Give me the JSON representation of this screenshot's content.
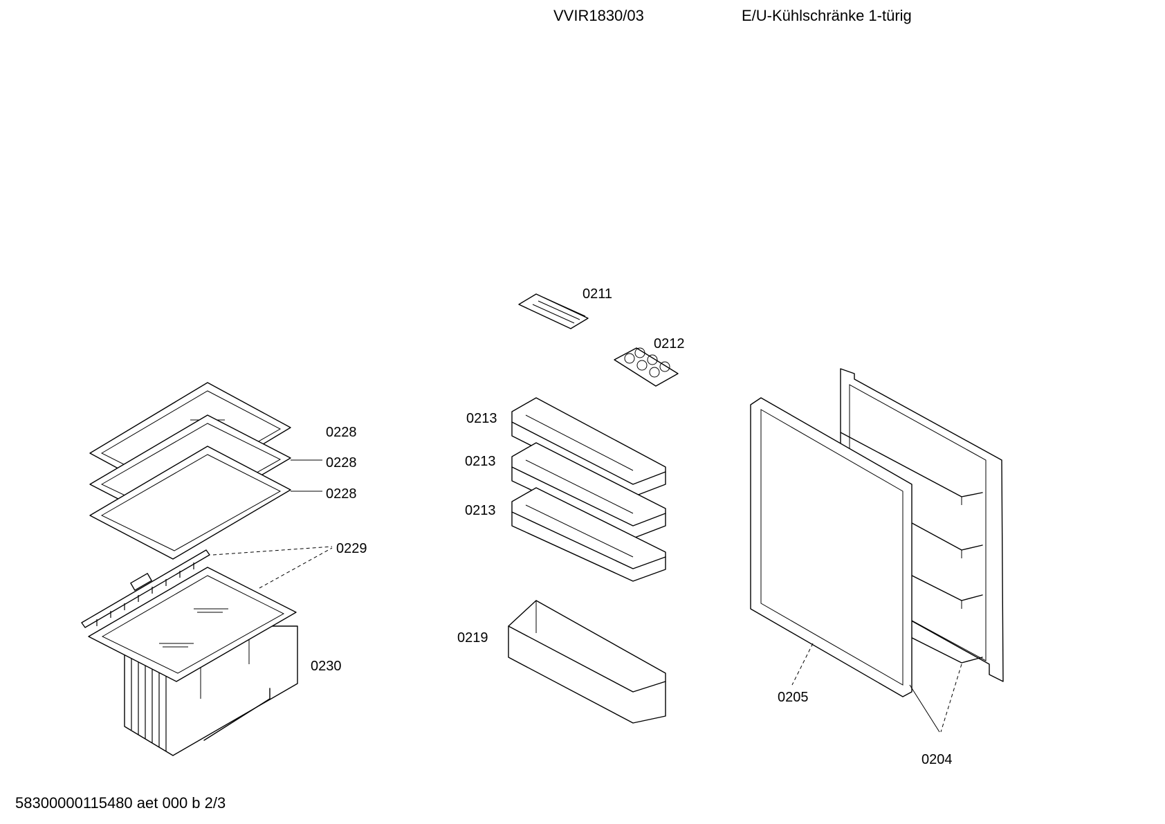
{
  "header": {
    "model": "VVIR1830/03",
    "title": "E/U-Kühlschränke 1-türig"
  },
  "footer": {
    "code": "58300000115480 aet 000 b 2/3"
  },
  "callouts": [
    {
      "id": "0211"
    },
    {
      "id": "0212"
    },
    {
      "id": "0213"
    },
    {
      "id": "0213"
    },
    {
      "id": "0213"
    },
    {
      "id": "0219"
    },
    {
      "id": "0228"
    },
    {
      "id": "0228"
    },
    {
      "id": "0228"
    },
    {
      "id": "0229"
    },
    {
      "id": "0230"
    },
    {
      "id": "0205"
    },
    {
      "id": "0204"
    }
  ]
}
